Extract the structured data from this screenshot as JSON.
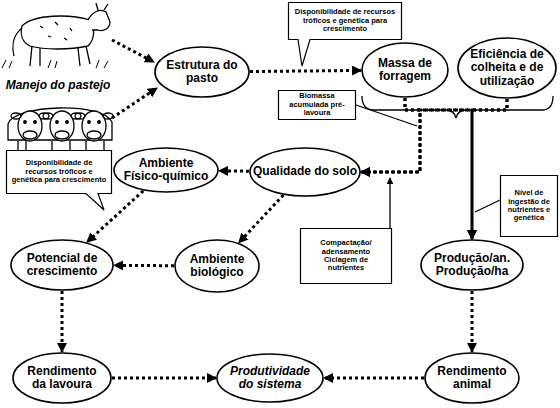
{
  "diagram": {
    "nodes": [
      {
        "text": [
          "Disponibilidade de recursos tróficos e genética para crescimento"
        ]
      },
      {
        "text": [
          "Estrutura do pasto"
        ]
      },
      {
        "text": [
          "Massa de forragem"
        ]
      },
      {
        "text": [
          "Eficiência de colheita e de utilização"
        ]
      },
      {
        "text": [
          "Biomassa acumulada pré-lavoura"
        ]
      },
      {
        "text": [
          "Disponibilidade de recursos tróficos e genética para crescimento"
        ]
      },
      {
        "text": [
          "Ambiente Físico-químico"
        ]
      },
      {
        "text": [
          "Qualidade do solo"
        ]
      },
      {
        "text": [
          "Nível de ingestão de nutrientes e genética"
        ]
      },
      {
        "text": [
          "Compactação/ adensamento Ciclagem de nutrientes"
        ]
      },
      {
        "text": [
          "Potencial de crescimento"
        ]
      },
      {
        "text": [
          "Ambiente biológico"
        ]
      },
      {
        "text": [
          "Produção/an. Produção/ha"
        ]
      },
      {
        "text": [
          "Rendimento da lavoura"
        ]
      },
      {
        "text": [
          "Produtividade do sistema"
        ]
      },
      {
        "text": [
          "Rendimento animal"
        ]
      }
    ],
    "edges": [
      {
        "from": 1,
        "to": 2,
        "arrow": "to"
      },
      {
        "from": 2,
        "to": 7,
        "arrow": "to"
      },
      {
        "from": 3,
        "to": 7,
        "arrow": "to"
      },
      {
        "from": 2,
        "to": 12,
        "arrow": "to"
      },
      {
        "from": 3,
        "to": 12,
        "arrow": "to"
      },
      {
        "from": 7,
        "to": 6,
        "arrow": "to"
      },
      {
        "from": 7,
        "to": 11,
        "arrow": "to"
      },
      {
        "from": 6,
        "to": 10,
        "arrow": "to"
      },
      {
        "from": 11,
        "to": 10,
        "arrow": "to"
      },
      {
        "from": 10,
        "to": 13,
        "arrow": "to"
      },
      {
        "from": 13,
        "to": 14,
        "arrow": "to"
      },
      {
        "from": 12,
        "to": 15,
        "arrow": "to"
      },
      {
        "from": 15,
        "to": 14,
        "arrow": "to"
      }
    ],
    "labels": [
      "Manejo do pastejo"
    ]
  }
}
